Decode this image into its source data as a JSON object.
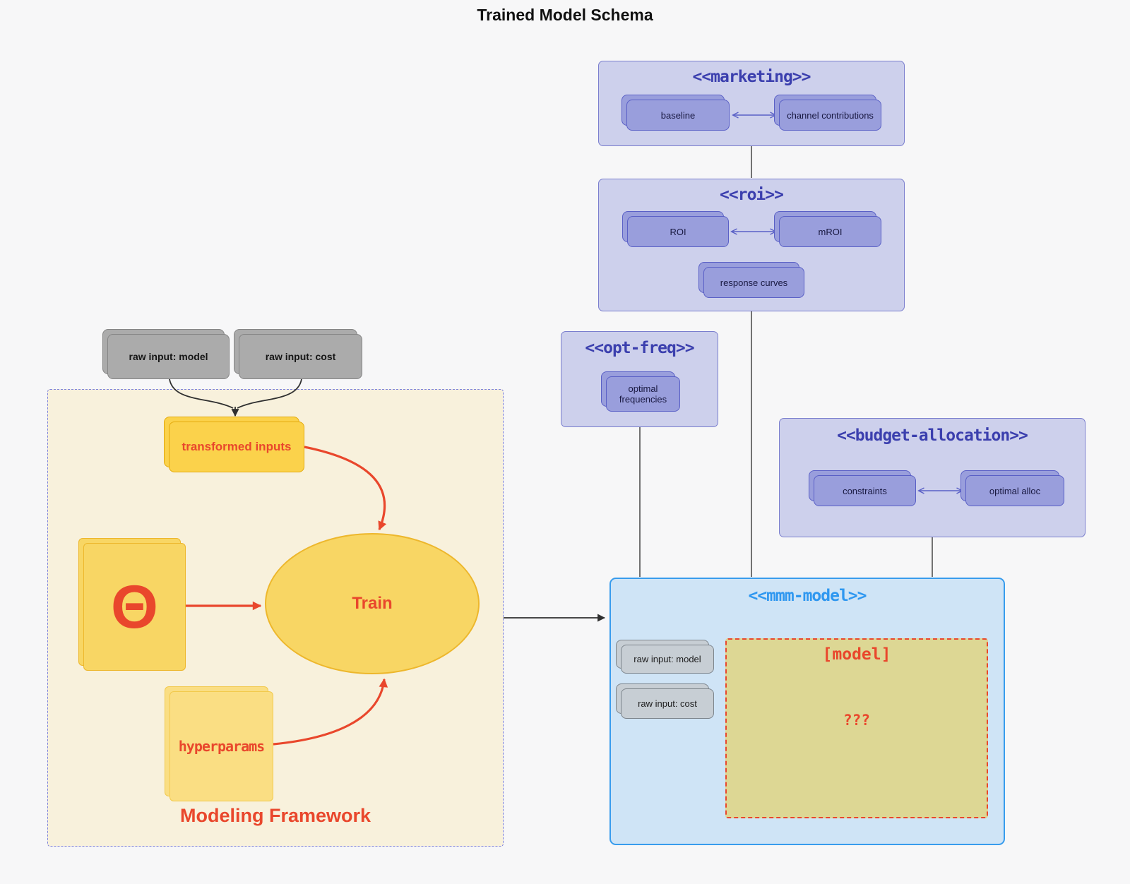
{
  "title": "Trained Model Schema",
  "colors": {
    "page_bg": "#f7f7f8",
    "red": "#e9472c",
    "lav_fill": "#cdd0ec",
    "lav_border": "#7a7ece",
    "lav_title": "#3b3fae",
    "purple_fill": "#999edc",
    "purple_border": "#5a60c6",
    "node_text": "#181840",
    "gray_fill": "#ababab",
    "gray_border": "#858585",
    "graylight_fill": "#c7ced4",
    "graylight_border": "#7d858c",
    "cream_fill": "#f8f1dc",
    "cream_border": "#7d82dd",
    "gold_fill": "#fbd24b",
    "gold_border": "#e3a90b",
    "goldmid_fill": "#f8d664",
    "goldmid_border": "#edb72c",
    "goldlight_fill": "#fade83",
    "goldlight_border": "#f2c94c",
    "blue_fill": "#cfe4f6",
    "blue_border": "#389ced",
    "blue_title": "#2e97f0",
    "khaki_fill": "#ddd794",
    "line_gray": "#636363",
    "line_black": "#2f2f2f",
    "text_dark": "#111111"
  },
  "framework": {
    "label": "Modeling Framework",
    "raw_model": "raw input: model",
    "raw_cost": "raw input: cost",
    "transformed": "transformed inputs",
    "theta": "Θ",
    "train": "Train",
    "hyperparams": "hyperparams"
  },
  "marketing": {
    "title": "<<marketing>>",
    "baseline": "baseline",
    "channel": "channel contributions"
  },
  "roi": {
    "title": "<<roi>>",
    "roi": "ROI",
    "mroi": "mROI",
    "response": "response curves"
  },
  "opt_freq": {
    "title": "<<opt-freq>>",
    "frequencies": "optimal frequencies"
  },
  "budget": {
    "title": "<<budget-allocation>>",
    "constraints": "constraints",
    "alloc": "optimal alloc"
  },
  "mmm": {
    "title": "<<mmm-model>>",
    "raw_model": "raw input: model",
    "raw_cost": "raw input: cost",
    "model_label": "[model]",
    "unknown": "???"
  }
}
